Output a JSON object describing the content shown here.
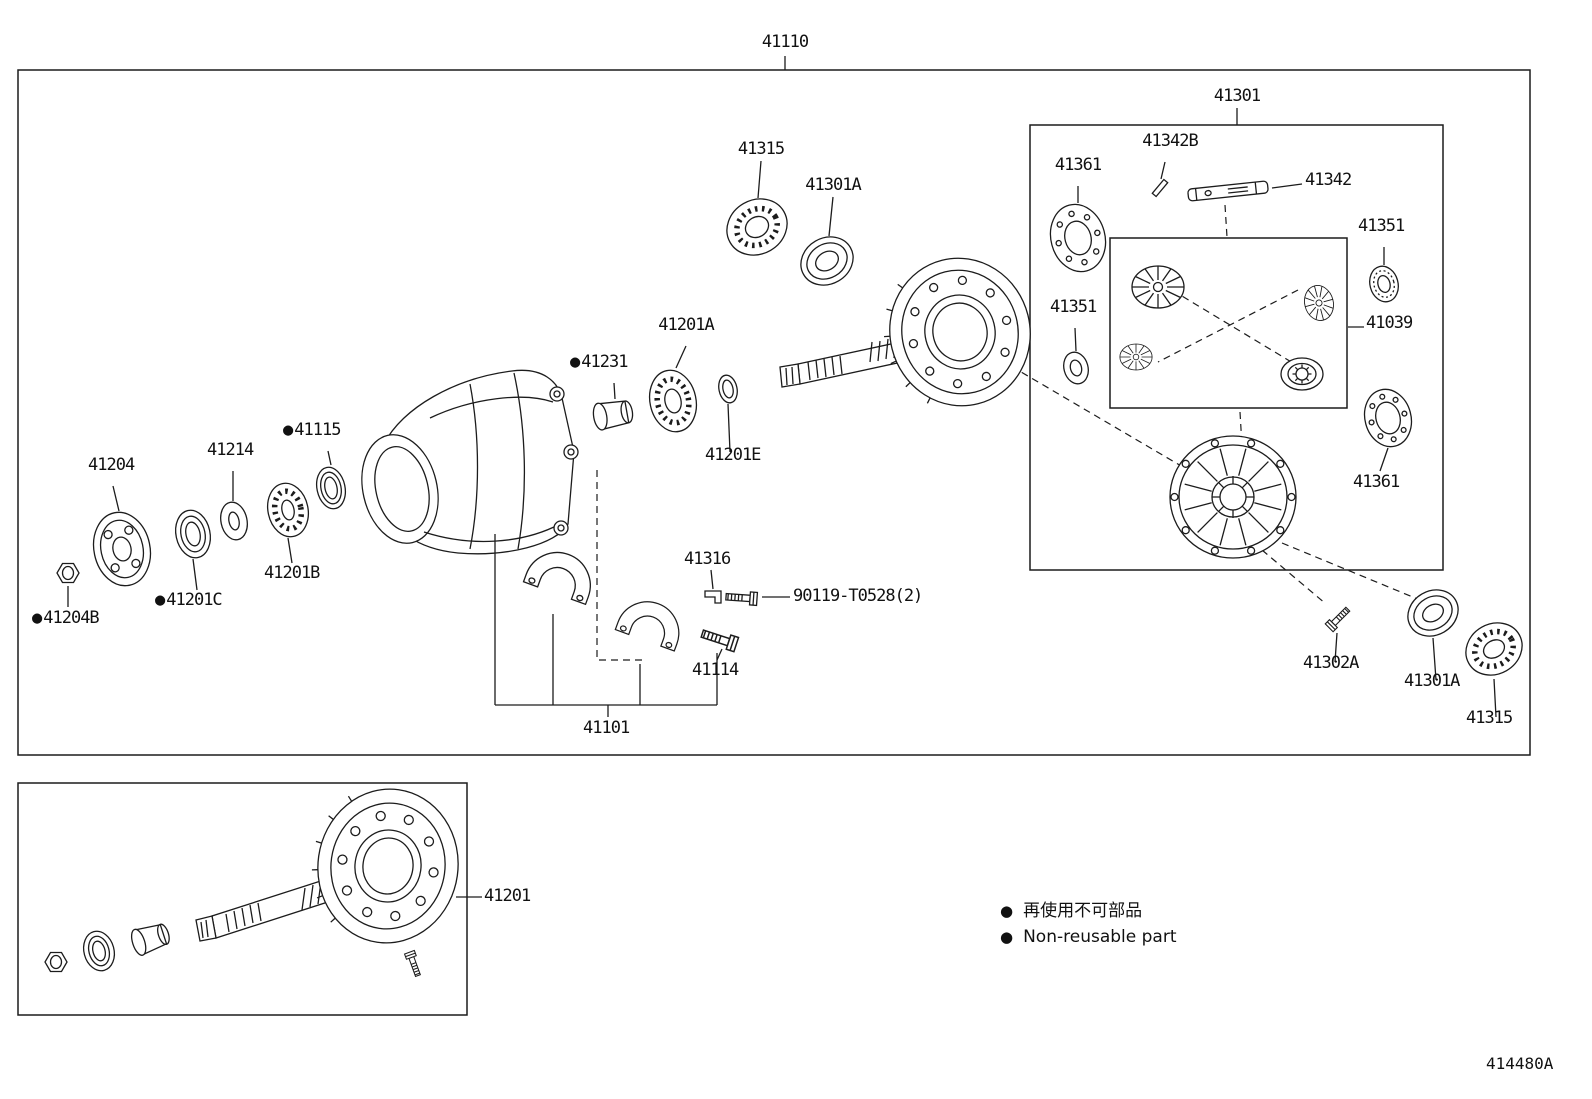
{
  "drawing_number": "414480A",
  "legend": {
    "bullet": "●",
    "jp": "再使用不可部品",
    "en": "Non-reusable part"
  },
  "labels": [
    {
      "text": "41110"
    },
    {
      "text": "41301"
    },
    {
      "text": "41315"
    },
    {
      "text": "41301A"
    },
    {
      "text": "41342B"
    },
    {
      "text": "41361"
    },
    {
      "text": "41342"
    },
    {
      "text": "41351"
    },
    {
      "text": "41351"
    },
    {
      "text": "41039"
    },
    {
      "text": "41201A"
    },
    {
      "bullet": "●",
      "text": "41231"
    },
    {
      "bullet": "●",
      "text": "41115"
    },
    {
      "text": "41214"
    },
    {
      "text": "41204"
    },
    {
      "text": "41201B"
    },
    {
      "bullet": "●",
      "text": "41201C"
    },
    {
      "bullet": "●",
      "text": "41204B"
    },
    {
      "text": "41201E"
    },
    {
      "text": "41316"
    },
    {
      "text": "90119-T0528(2)"
    },
    {
      "text": "41114"
    },
    {
      "text": "41101"
    },
    {
      "text": "41361"
    },
    {
      "text": "41302A"
    },
    {
      "text": "41301A"
    },
    {
      "text": "41315"
    },
    {
      "text": "41201"
    }
  ]
}
